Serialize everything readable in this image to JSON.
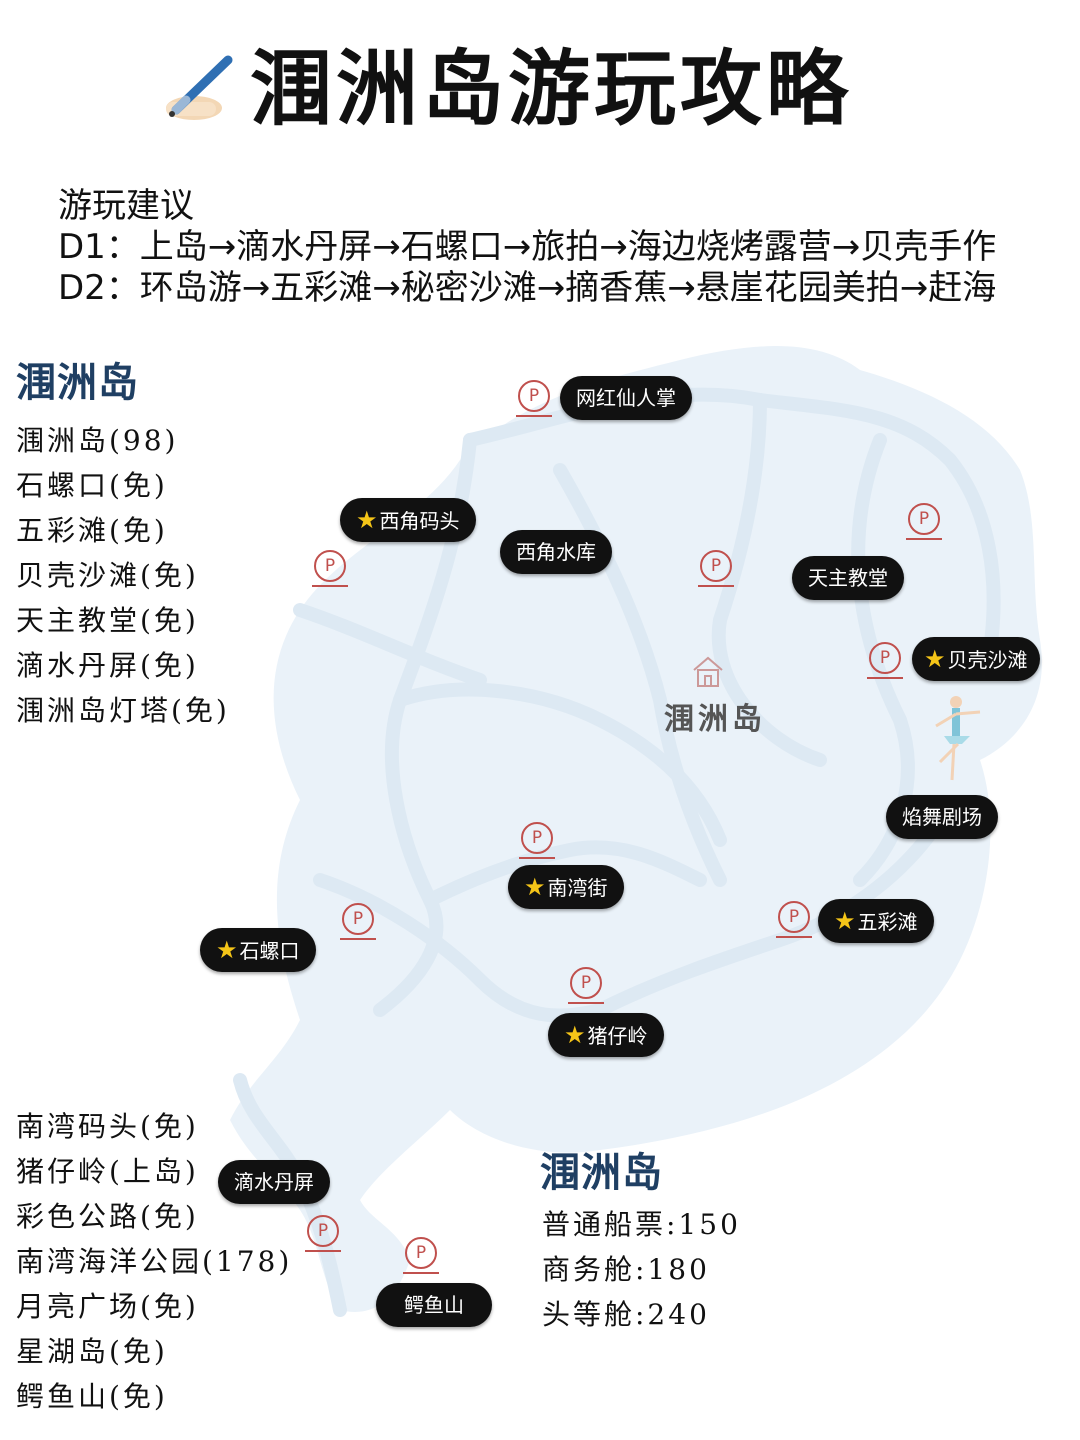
{
  "title": "涠洲岛游玩攻略",
  "icon": "pen-writing-icon",
  "advice": {
    "heading": "游玩建议",
    "d1": "D1：上岛→滴水丹屏→石螺口→旅拍→海边烧烤露营→贝壳手作",
    "d2": "D2：环岛游→五彩滩→秘密沙滩→摘香蕉→悬崖花园美拍→赶海"
  },
  "left_section": {
    "title": "涠洲岛",
    "items": [
      "涠洲岛(98)",
      "石螺口(免)",
      "五彩滩(免)",
      "贝壳沙滩(免)",
      "天主教堂(免)",
      "滴水丹屏(免)",
      "涠洲岛灯塔(免)"
    ]
  },
  "bottom_list": [
    "南湾码头(免)",
    "猪仔岭(上岛)",
    "彩色公路(免)",
    "南湾海洋公园(178)",
    "月亮广场(免)",
    "星湖岛(免)",
    "鳄鱼山(免)"
  ],
  "map": {
    "island_name": "涠洲岛",
    "parking_symbol": "P",
    "labels": [
      {
        "text": "网红仙人掌",
        "star": false
      },
      {
        "text": "西角码头",
        "star": true
      },
      {
        "text": "西角水库",
        "star": false
      },
      {
        "text": "天主教堂",
        "star": false
      },
      {
        "text": "贝壳沙滩",
        "star": true
      },
      {
        "text": "焰舞剧场",
        "star": false
      },
      {
        "text": "南湾街",
        "star": true
      },
      {
        "text": "五彩滩",
        "star": true
      },
      {
        "text": "石螺口",
        "star": true
      },
      {
        "text": "猪仔岭",
        "star": true
      },
      {
        "text": "滴水丹屏",
        "star": false
      },
      {
        "text": "鳄鱼山",
        "star": false
      }
    ],
    "colors": {
      "island_fill": "#eaf2f9",
      "road": "#dde9f3",
      "label_bg": "#111111",
      "parking": "#c0504d",
      "star": "#f5c518",
      "section_title": "#1f3f63"
    }
  },
  "prices": {
    "title": "涠洲岛",
    "items": [
      "普通船票:150",
      "商务舱:180",
      "头等舱:240"
    ]
  }
}
